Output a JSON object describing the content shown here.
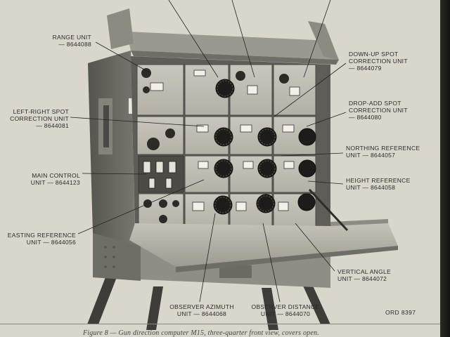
{
  "figure": {
    "ord_number": "ORD 8397",
    "caption": "Figure 8 — Gun direction computer M15, three-quarter front view, covers open."
  },
  "callouts": {
    "range_unit": [
      "RANGE UNIT",
      "— 8644088"
    ],
    "left_right": [
      "LEFT-RIGHT SPOT",
      "CORRECTION UNIT",
      "— 8644081"
    ],
    "main_control": [
      "MAIN CONTROL",
      "UNIT — 8644123"
    ],
    "easting": [
      "EASTING REFERENCE",
      "UNIT — 8644056"
    ],
    "down_up": [
      "DOWN-UP SPOT",
      "CORRECTION UNIT",
      "— 8644079"
    ],
    "drop_add": [
      "DROP-ADD SPOT",
      "CORRECTION UNIT",
      "— 8644080"
    ],
    "northing": [
      "NORTHING REFERENCE",
      "UNIT — 8644057"
    ],
    "height": [
      "HEIGHT REFERENCE",
      "UNIT — 8644058"
    ],
    "vertical_angle": [
      "VERTICAL ANGLE",
      "UNIT — 8644072"
    ],
    "observer_azimuth": [
      "OBSERVER AZIMUTH",
      "UNIT — 8644068"
    ],
    "observer_distance": [
      "OBSERVER DISTANCE",
      "UNIT — 8644070"
    ]
  }
}
